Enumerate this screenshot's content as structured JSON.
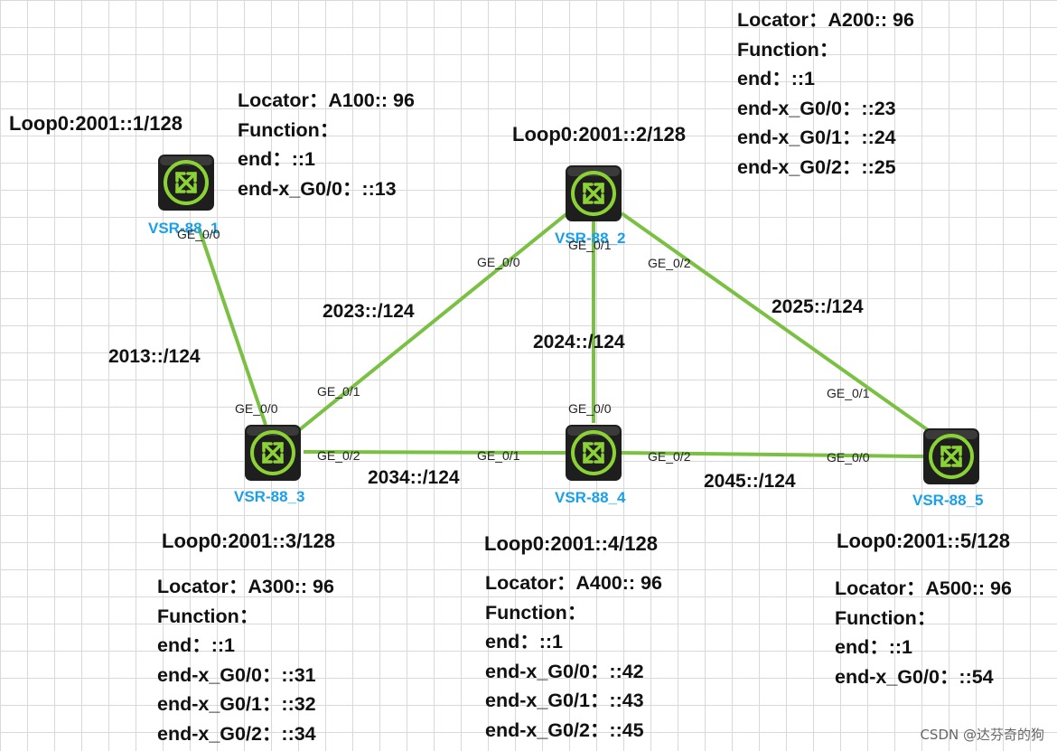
{
  "routers": [
    {
      "name": "VSR-88_1"
    },
    {
      "name": "VSR-88_2"
    },
    {
      "name": "VSR-88_3"
    },
    {
      "name": "VSR-88_4"
    },
    {
      "name": "VSR-88_5"
    }
  ],
  "ports": {
    "r1_g0": "GE_0/0",
    "r2_g0": "GE_0/0",
    "r2_g1": "GE_0/1",
    "r2_g2": "GE_0/2",
    "r3_g0": "GE_0/0",
    "r3_g1": "GE_0/1",
    "r3_g2": "GE_0/2",
    "r4_g0": "GE_0/0",
    "r4_g1": "GE_0/1",
    "r4_g2": "GE_0/2",
    "r5_g0": "GE_0/0",
    "r5_g1": "GE_0/1"
  },
  "subnets": {
    "l13": "2013::/124",
    "l23": "2023::/124",
    "l24": "2024::/124",
    "l25": "2025::/124",
    "l34": "2034::/124",
    "l45": "2045::/124"
  },
  "loopbacks": {
    "r1": "Loop0:2001::1/128",
    "r2": "Loop0:2001::2/128",
    "r3": "Loop0:2001::3/128",
    "r4": "Loop0:2001::4/128",
    "r5": "Loop0:2001::5/128"
  },
  "info": {
    "r1": [
      "Locator：A100:: 96",
      "Function：",
      "end：::1",
      "end-x_G0/0：::13"
    ],
    "r2": [
      "Locator：A200:: 96",
      "Function：",
      "end：::1",
      "end-x_G0/0：::23",
      "end-x_G0/1：::24",
      "end-x_G0/2：::25"
    ],
    "r3": [
      "Locator：A300:: 96",
      "Function：",
      "end：::1",
      "end-x_G0/0：::31",
      "end-x_G0/1：::32",
      "end-x_G0/2：::34"
    ],
    "r4": [
      "Locator：A400:: 96",
      "Function：",
      "end：::1",
      "end-x_G0/0：::42",
      "end-x_G0/1：::43",
      "end-x_G0/2：::45"
    ],
    "r5": [
      "Locator：A500:: 96",
      "Function：",
      "end：::1",
      "end-x_G0/0：::54"
    ]
  },
  "colors": {
    "link": "#7ac143",
    "router_body": "#1e1e1e",
    "router_ring": "#8bd334",
    "router_label": "#1aa0e8"
  },
  "icons": {
    "router": "router-icon"
  },
  "watermark": "CSDN @达芬奇的狗"
}
